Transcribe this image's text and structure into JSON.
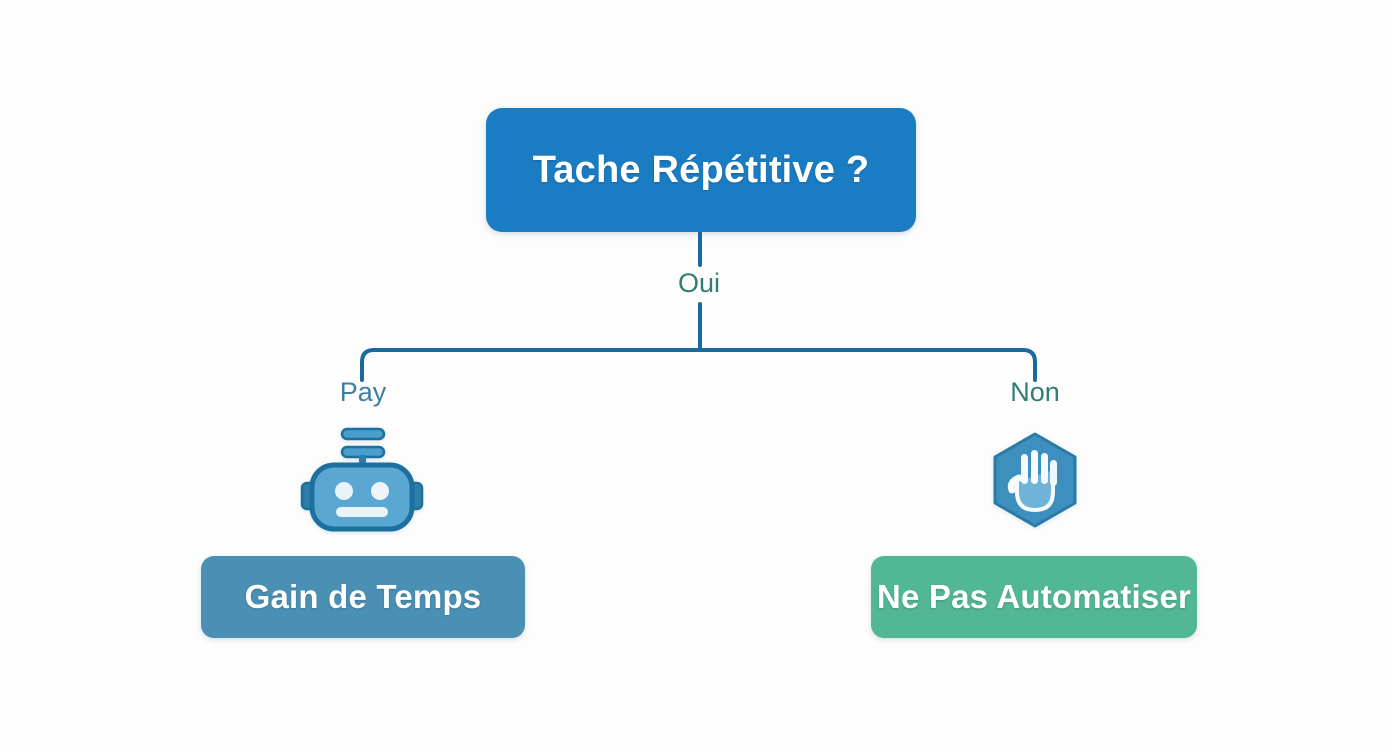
{
  "diagram": {
    "title_node": {
      "id": "root",
      "label": "Tache Répétitive ?",
      "color": "#1a7cc2",
      "text_color": "#ffffff"
    },
    "edge_labels": {
      "from_root": "Oui",
      "left_branch": "Pay",
      "right_branch": "Non"
    },
    "edge_label_colors": {
      "from_root": "#2f8071",
      "left_branch": "#3d7fa3",
      "right_branch": "#2f8071"
    },
    "icons": {
      "left": "robot-icon",
      "right": "stop-hand-hexagon-icon"
    },
    "outcome_nodes": [
      {
        "id": "gain-de-temps",
        "label": "Gain de Temps",
        "color": "#4a90b4",
        "text_color": "#ffffff",
        "branch": "Pay"
      },
      {
        "id": "ne-pas-automatiser",
        "label": "Ne Pas Automatiser",
        "color": "#51b795",
        "text_color": "#ffffff",
        "branch": "Non"
      }
    ],
    "connector_color": "#1a6a9e",
    "background_color": "#fdfdfd"
  }
}
